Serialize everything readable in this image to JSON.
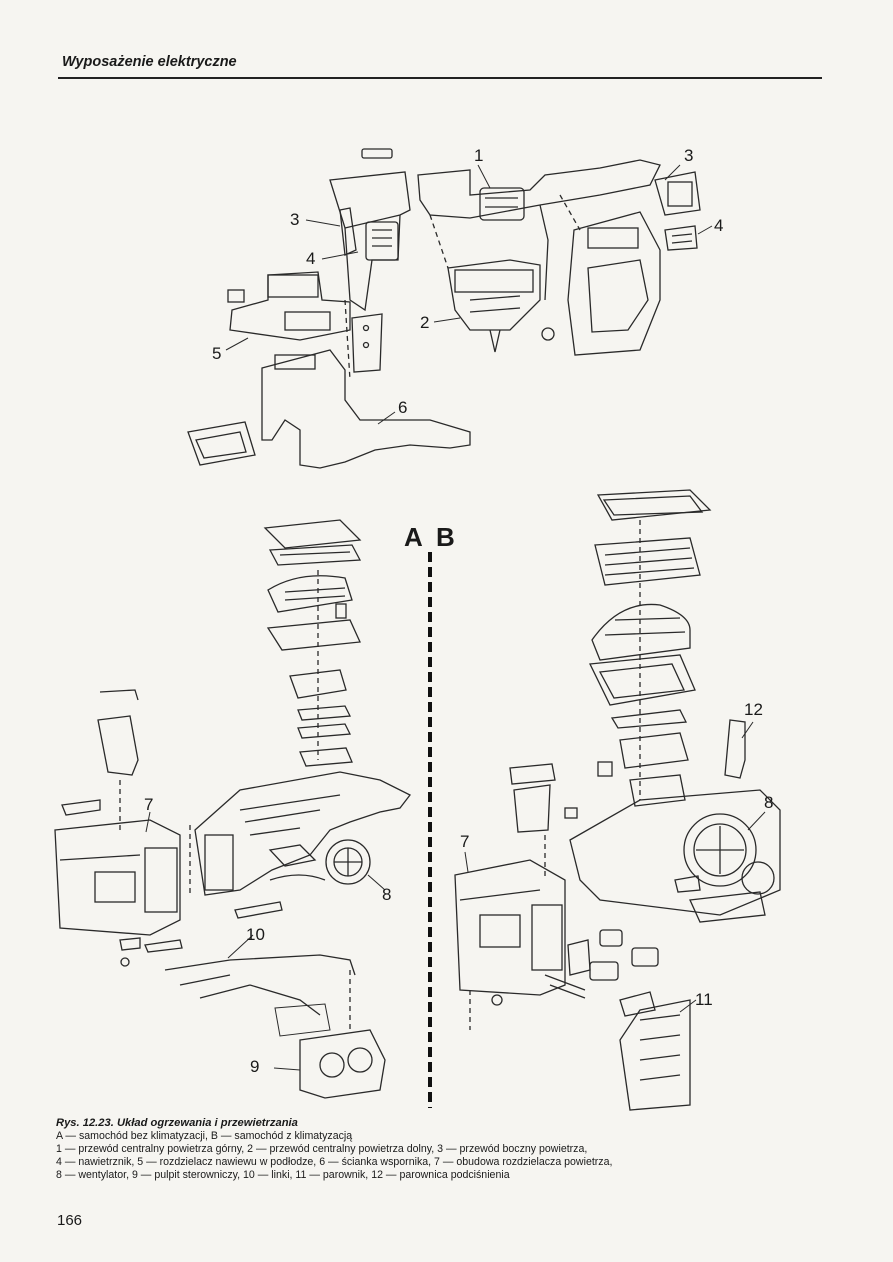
{
  "header": {
    "title": "Wyposażenie elektryczne"
  },
  "figure": {
    "labels": {
      "n1": "1",
      "n2": "2",
      "n3a": "3",
      "n3b": "3",
      "n4a": "4",
      "n4b": "4",
      "n5": "5",
      "n6": "6",
      "n7a": "7",
      "n7b": "7",
      "n8a": "8",
      "n8b": "8",
      "n9": "9",
      "n10": "10",
      "n11": "11",
      "n12": "12"
    },
    "section_a": "A",
    "section_b": "B"
  },
  "caption": {
    "title": "Rys. 12.23. Układ ogrzewania i przewietrzania",
    "lines": [
      "A — samochód bez klimatyzacji, B — samochód z klimatyzacją",
      "1 — przewód centralny powietrza górny, 2 — przewód centralny powietrza dolny, 3 — przewód boczny powietrza,",
      "4 — nawietrznik, 5 — rozdzielacz nawiewu w podłodze, 6 — ścianka wspornika, 7 — obudowa rozdzielacza powietrza,",
      "8 — wentylator, 9 — pulpit sterowniczy, 10 — linki, 11 — parownik, 12 — parownica podciśnienia"
    ]
  },
  "page_number": "166"
}
